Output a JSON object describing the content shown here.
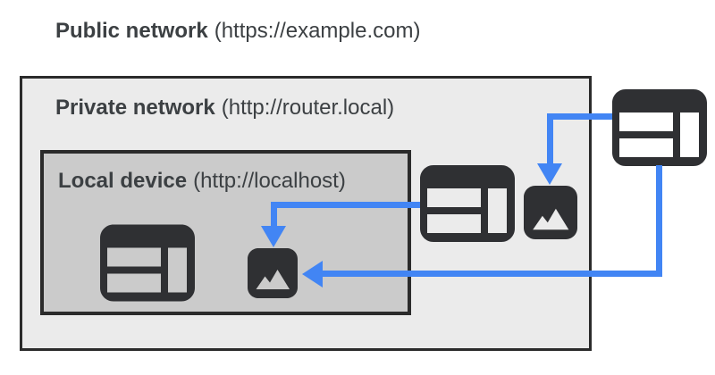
{
  "diagram": {
    "public_network": {
      "name": "Public network",
      "url": "(https://example.com)"
    },
    "private_network": {
      "name": "Private network",
      "url": "(http://router.local)"
    },
    "local_device": {
      "name": "Local device",
      "url": "(http://localhost)"
    },
    "nodes": [
      {
        "id": "public-browser",
        "icon": "browser-window-icon",
        "zone": "public_network"
      },
      {
        "id": "private-browser",
        "icon": "browser-window-icon",
        "zone": "private_network"
      },
      {
        "id": "private-image",
        "icon": "image-icon",
        "zone": "private_network"
      },
      {
        "id": "local-browser",
        "icon": "browser-window-icon",
        "zone": "local_device"
      },
      {
        "id": "local-image",
        "icon": "image-icon",
        "zone": "local_device"
      }
    ],
    "connections": [
      {
        "from": "private-browser",
        "to": "local-image"
      },
      {
        "from": "public-browser",
        "to": "private-image"
      },
      {
        "from": "public-browser",
        "to": "local-image"
      }
    ]
  },
  "colors": {
    "blue": "#4285f4",
    "icon_dark": "#2f3033",
    "border_dark": "#2b2b2b",
    "private_fill": "#ebebeb",
    "local_fill": "#cbcbcb",
    "text": "#3c4043",
    "bg": "#ffffff"
  }
}
